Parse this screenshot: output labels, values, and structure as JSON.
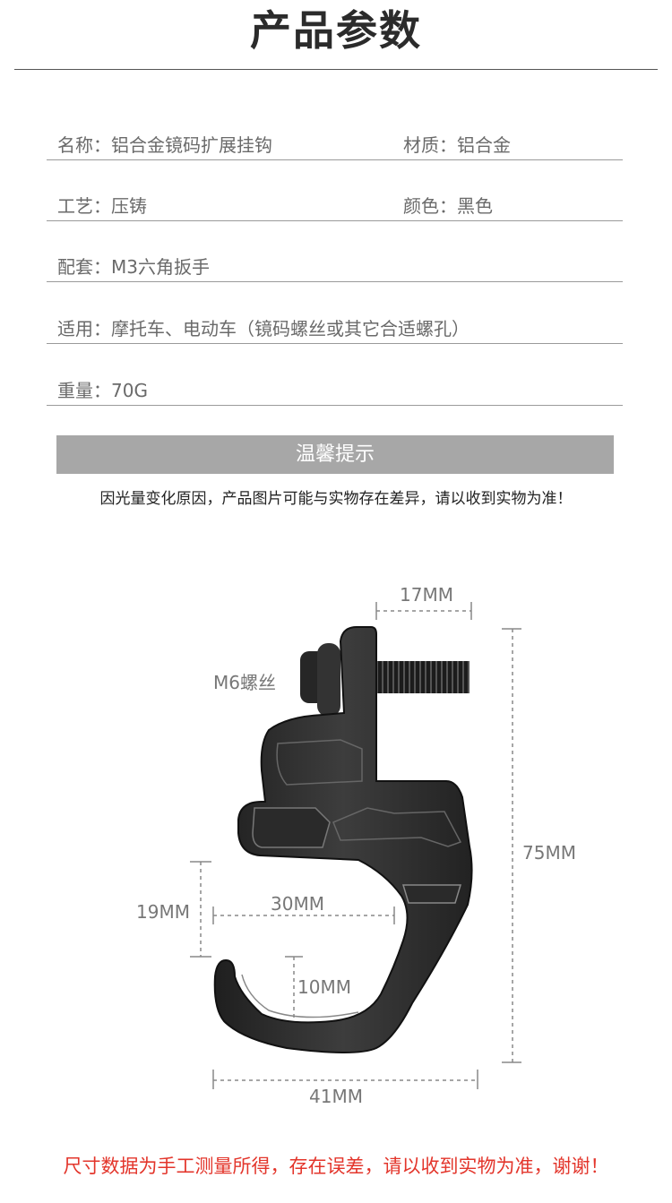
{
  "page": {
    "title": "产品参数"
  },
  "specs": {
    "name": "名称：铝合金镜码扩展挂钩",
    "material": "材质：铝合金",
    "process": "工艺：压铸",
    "color": "颜色：黑色",
    "accessory": "配套：M3六角扳手",
    "usage": "适用：摩托车、电动车（镜码螺丝或其它合适螺孔）",
    "weight": "重量：70G"
  },
  "notice": {
    "heading": "温馨提示",
    "text": "因光量变化原因，产品图片可能与实物存在差异，请以收到实物为准！"
  },
  "diagram": {
    "screw_label": "M6螺丝",
    "dim_top": "17MM",
    "dim_height": "75MM",
    "dim_left": "19MM",
    "dim_opening": "30MM",
    "dim_tip": "10MM",
    "dim_width": "41MM"
  },
  "footer": {
    "text": "尺寸数据为手工测量所得，存在误差，请以收到实物为准，谢谢！"
  },
  "colors": {
    "footer_red": "#e3352b",
    "notice_gray": "#a7a7a7",
    "hook_dark": "#2c2c2c"
  }
}
